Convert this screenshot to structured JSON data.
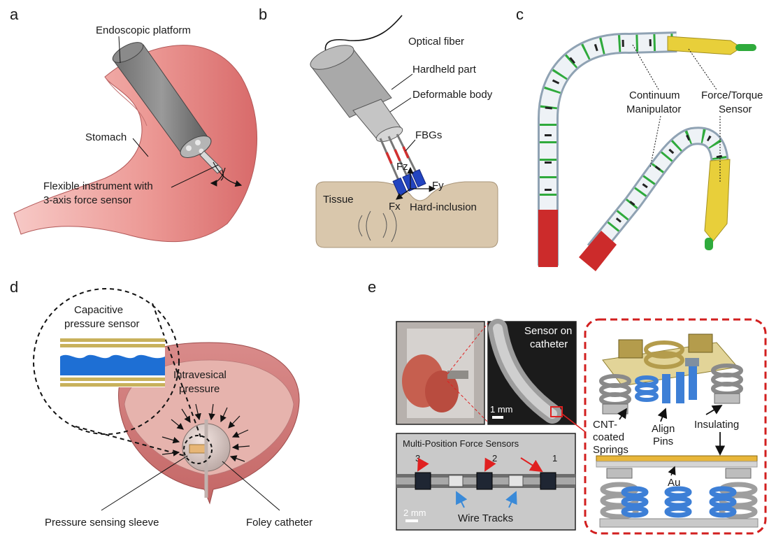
{
  "panels": {
    "a": {
      "letter": "a",
      "labels": {
        "endoscopic_platform": "Endoscopic platform",
        "stomach": "Stomach",
        "instrument_line1": "Flexible instrument with",
        "instrument_line2": "3-axis force sensor"
      }
    },
    "b": {
      "letter": "b",
      "labels": {
        "optical_fiber": "Optical fiber",
        "handheld_part": "Hardheld part",
        "deformable_body": "Deformable body",
        "fbgs": "FBGs",
        "fz": "Fz",
        "fy": "Fy",
        "fx": "Fx",
        "tissue": "Tissue",
        "hard_inclusion": "Hard-inclusion"
      }
    },
    "c": {
      "letter": "c",
      "labels": {
        "continuum_line1": "Continuum",
        "continuum_line2": "Manipulator",
        "ft_line1": "Force/Torque",
        "ft_line2": "Sensor"
      }
    },
    "d": {
      "letter": "d",
      "labels": {
        "cap_line1": "Capacitive",
        "cap_line2": "pressure sensor",
        "ivp_line1": "Intravesical",
        "ivp_line2": "pressure",
        "sleeve": "Pressure sensing sleeve",
        "foley": "Foley catheter"
      }
    },
    "e": {
      "letter": "e",
      "labels": {
        "sensor_on_line1": "Sensor on",
        "sensor_on_line2": "catheter",
        "scale_1mm": "1 mm",
        "multi_position": "Multi-Position Force Sensors",
        "n3": "3",
        "n2": "2",
        "n1": "1",
        "scale_2mm": "2 mm",
        "wire_tracks": "Wire Tracks",
        "cnt_line1": "CNT-",
        "cnt_line2": "coated",
        "cnt_line3": "Springs",
        "align_line1": "Align",
        "align_line2": "Pins",
        "insulating": "Insulating",
        "au": "Au"
      }
    }
  },
  "colors": {
    "stomach": "#e07f7f",
    "tissue": "#d9c5a8",
    "catheter_red": "#cc2b2b",
    "sensor_yellow": "#e8cf3a",
    "manipulator_green": "#2faa3c",
    "fbg_blue": "#2244c0",
    "spring_blue": "#3d7fd6",
    "callout_red": "#d21f1f"
  }
}
